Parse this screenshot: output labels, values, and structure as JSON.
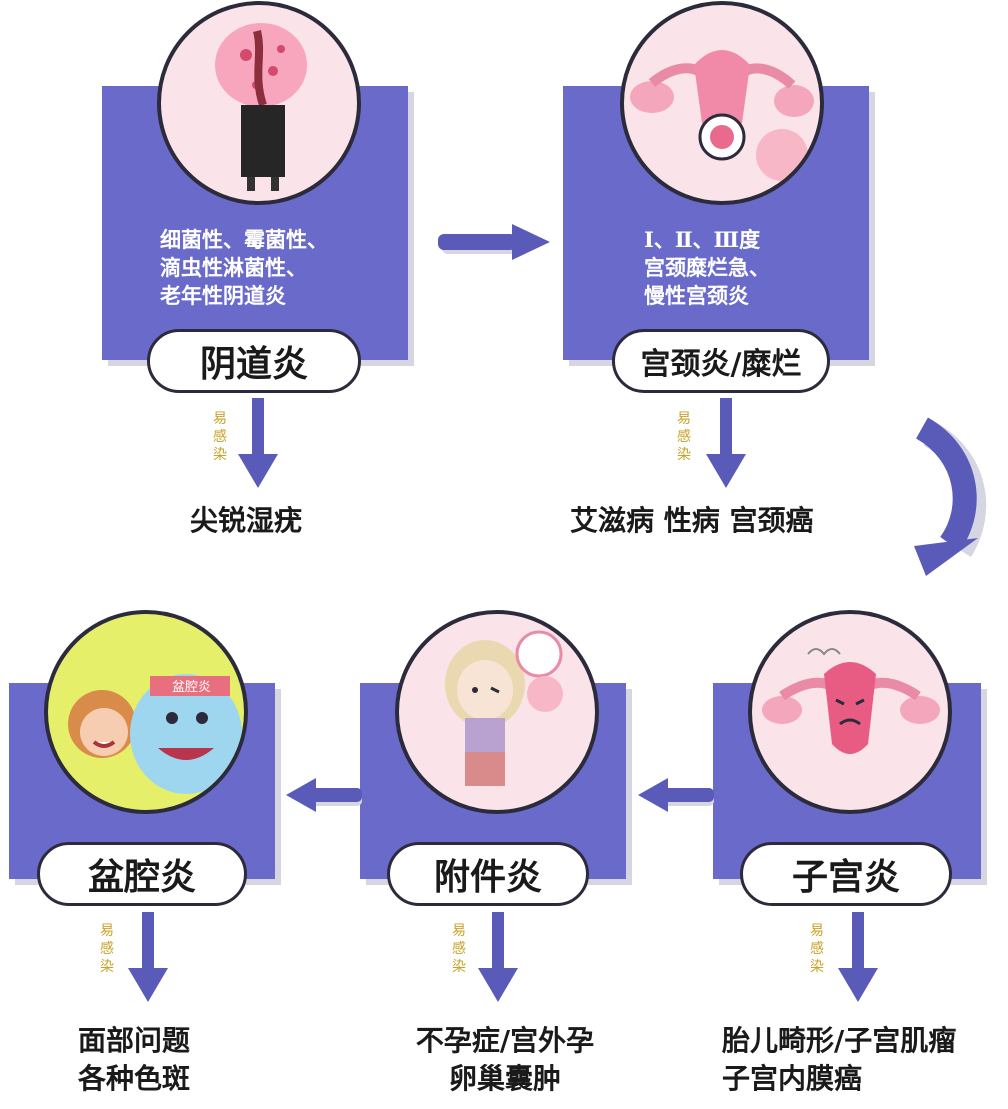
{
  "steps": [
    {
      "name": "阴道炎",
      "description": "细菌性、霉菌性、\n滴虫性淋菌性、\n老年性阴道炎",
      "risk_label": "易\n感\n染",
      "results": "尖锐湿疣"
    },
    {
      "name": "宫颈炎/糜烂",
      "description": "Ⅰ、Ⅱ、Ⅲ度\n宫颈糜烂急、\n慢性宫颈炎",
      "risk_label": "易\n感\n染",
      "results": "艾滋病  性病  宫颈癌"
    },
    {
      "name": "子宫炎",
      "risk_label": "易\n感\n染",
      "results": "胎儿畸形/子宫肌瘤\n子宫内膜癌"
    },
    {
      "name": "附件炎",
      "risk_label": "易\n感\n染",
      "results": "不孕症/宫外孕\n卵巢囊肿"
    },
    {
      "name": "盆腔炎",
      "risk_label": "易\n感\n染",
      "results": "面部问题\n各种色斑"
    }
  ],
  "illustration_text": "盆腔炎",
  "colors": {
    "panel": "#6a6acb",
    "arrow": "#5a5ab8",
    "risk_label": "#c9a227",
    "circle_pink": "#fbe3ea",
    "circle_yellow": "#e6ef6a"
  }
}
